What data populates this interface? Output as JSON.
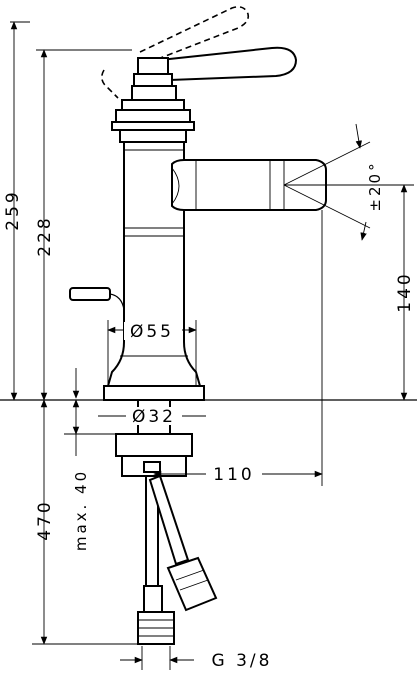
{
  "dimensions": {
    "total_height": "259",
    "spout_height": "228",
    "spout_outlet_height": "140",
    "base_diameter": "Ø55",
    "shank_diameter": "Ø32",
    "spout_reach": "110",
    "below_deck": "470",
    "deck_thickness": "max. 40",
    "connection": "G 3/8",
    "spout_angle": "±20°"
  }
}
